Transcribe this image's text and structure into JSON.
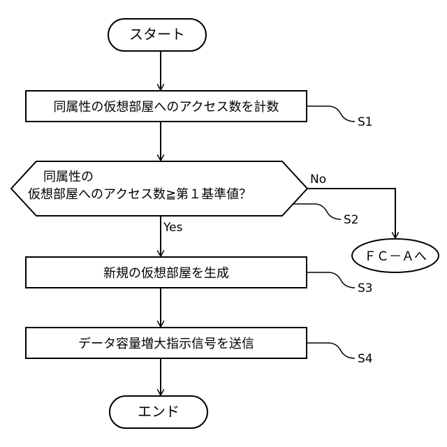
{
  "flowchart": {
    "start_label": "スタート",
    "end_label": "エンド",
    "step_s1": {
      "text": "同属性の仮想部屋へのアクセス数を計数",
      "ref": "S1"
    },
    "decision_s2": {
      "line1": "同属性の",
      "line2": "仮想部屋へのアクセス数≧第１基準値？",
      "ref": "S2",
      "yes_label": "Yes",
      "no_label": "No"
    },
    "connector_label": "ＦＣ－Ａへ",
    "step_s3": {
      "text": "新規の仮想部屋を生成",
      "ref": "S3"
    },
    "step_s4": {
      "text": "データ容量増大指示信号を送信",
      "ref": "S4"
    }
  }
}
